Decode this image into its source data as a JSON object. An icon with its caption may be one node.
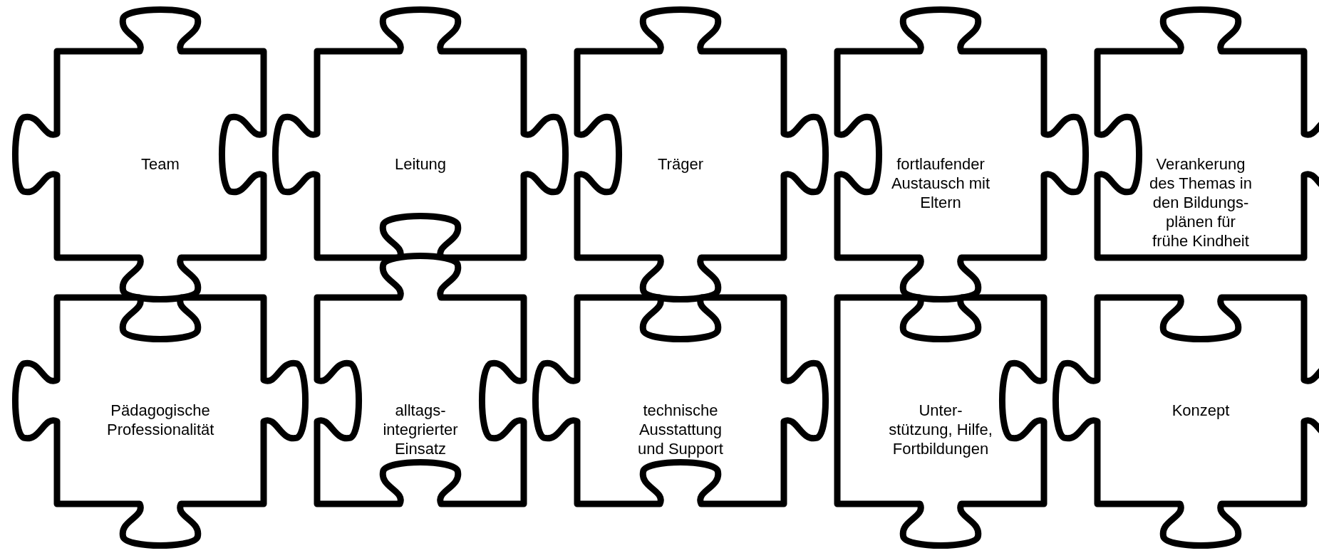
{
  "diagram": {
    "nodes": [
      {
        "text": [
          "Team"
        ]
      },
      {
        "text": [
          "Leitung"
        ]
      },
      {
        "text": [
          "Träger"
        ]
      },
      {
        "text": [
          "fortlaufender Austausch mit Eltern"
        ]
      },
      {
        "text": [
          "Verankerung des Themas in den Bildungs- plänen für frühe Kindheit"
        ]
      },
      {
        "text": [
          "Pädagogische Professionalität"
        ]
      },
      {
        "text": [
          "alltags- integrierter Einsatz"
        ]
      },
      {
        "text": [
          "technische Ausstattung und Support"
        ]
      },
      {
        "text": [
          "Unter- stützung, Hilfe, Fortbildungen"
        ]
      },
      {
        "text": [
          "Konzept"
        ]
      }
    ]
  }
}
